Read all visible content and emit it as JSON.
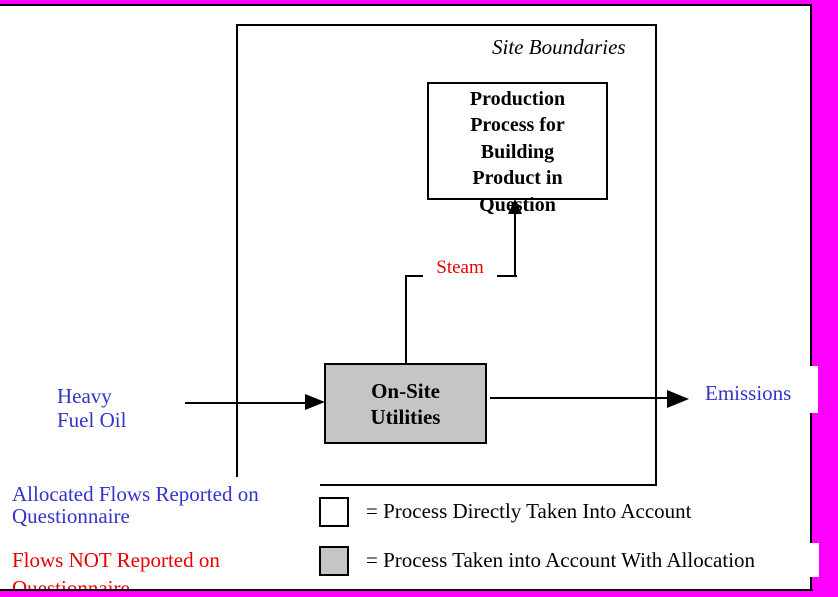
{
  "site_boundary": {
    "label": "Site Boundaries"
  },
  "production_box": {
    "lines": [
      "Production",
      "Process for",
      "Building",
      "Product in",
      "Question"
    ]
  },
  "utilities_box": {
    "lines": [
      "On-Site",
      "Utilities"
    ]
  },
  "flows": {
    "steam_label": "Steam",
    "heavy_fuel_lines": [
      "Heavy",
      "Fuel Oil"
    ],
    "emissions_label": "Emissions"
  },
  "legend": {
    "items": [
      {
        "swatch": "white",
        "label": "= Process Directly Taken Into Account"
      },
      {
        "swatch": "gray",
        "label": "= Process Taken into Account With Allocation"
      }
    ]
  },
  "annotations": {
    "allocated_lines": [
      "Allocated Flows Reported on",
      "Questionnaire"
    ],
    "not_reported_lines": [
      "Flows NOT Reported on",
      "Questionnaire"
    ]
  },
  "colors": {
    "frame_magenta": "#FF00FF",
    "flow_blue": "#3333CC",
    "flow_red": "#E60000",
    "box_gray": "#C5C5C5"
  }
}
